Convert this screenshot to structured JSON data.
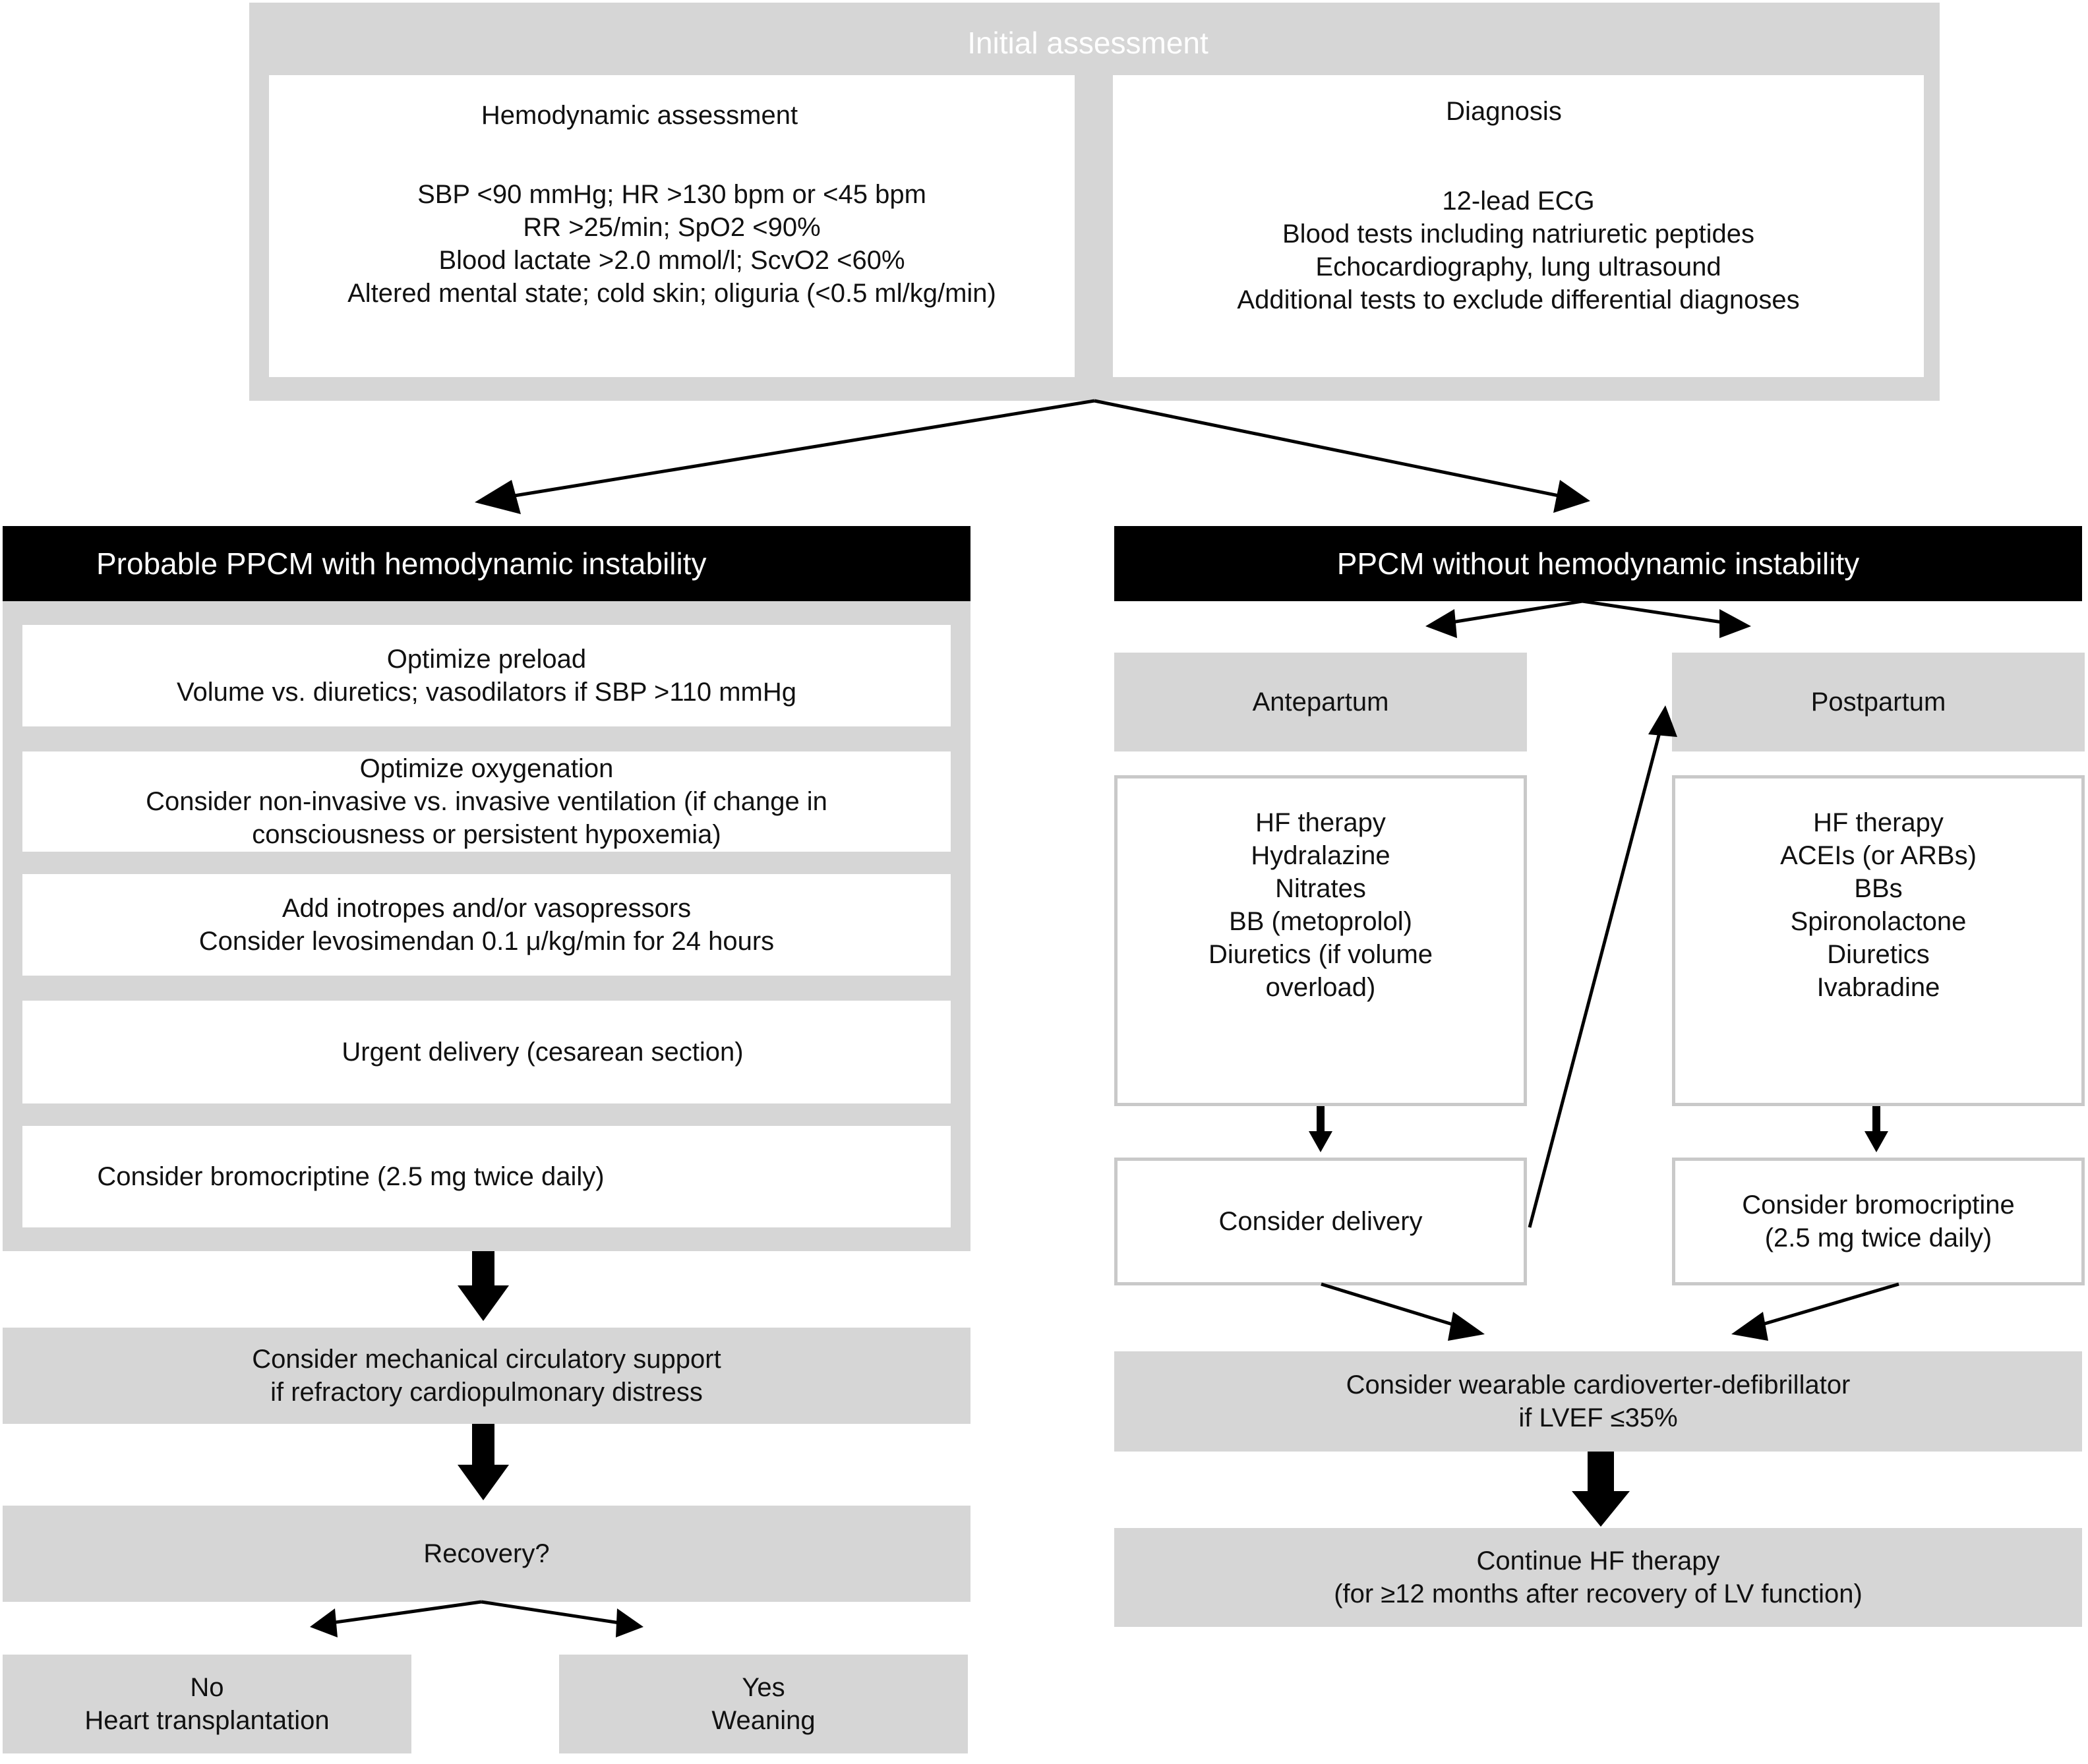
{
  "initial": {
    "title": "Initial assessment",
    "hemo_title": "Hemodynamic assessment",
    "hemo_lines": "SBP <90 mmHg; HR >130 bpm or <45 bpm\nRR >25/min; SpO2 <90%\nBlood lactate >2.0 mmol/l; ScvO2 <60%\nAltered mental state; cold skin; oliguria (<0.5 ml/kg/min)",
    "diag_title": "Diagnosis",
    "diag_lines": "12-lead ECG\nBlood tests including natriuretic peptides\nEchocardiography, lung ultrasound\nAdditional tests to exclude differential diagnoses"
  },
  "left": {
    "header": "Probable PPCM with hemodynamic instability",
    "steps": [
      "Optimize preload\nVolume vs. diuretics; vasodilators if SBP >110 mmHg",
      "Optimize oxygenation\nConsider non-invasive vs. invasive ventilation (if change in\nconsciousness or persistent hypoxemia)",
      "Add inotropes and/or vasopressors\nConsider levosimendan 0.1 μ/kg/min for 24 hours",
      "Urgent delivery (cesarean section)",
      "Consider bromocriptine (2.5 mg twice daily)"
    ],
    "mcs": "Consider mechanical circulatory support\nif refractory cardiopulmonary distress",
    "recovery": "Recovery?",
    "no": "No\nHeart transplantation",
    "yes": "Yes\nWeaning"
  },
  "right": {
    "header": "PPCM without hemodynamic instability",
    "antepartum": "Antepartum",
    "postpartum": "Postpartum",
    "ante_therapy": "HF therapy\nHydralazine\nNitrates\nBB (metoprolol)\nDiuretics (if volume\noverload)",
    "post_therapy": "HF therapy\nACEIs (or ARBs)\nBBs\nSpironolactone\nDiuretics\nIvabradine",
    "delivery": "Consider delivery",
    "bromo": "Consider bromocriptine\n(2.5 mg twice daily)",
    "wcd": "Consider wearable cardioverter-defibrillator\nif LVEF ≤35%",
    "continue": "Continue HF therapy\n(for ≥12 months after recovery of LV function)"
  }
}
